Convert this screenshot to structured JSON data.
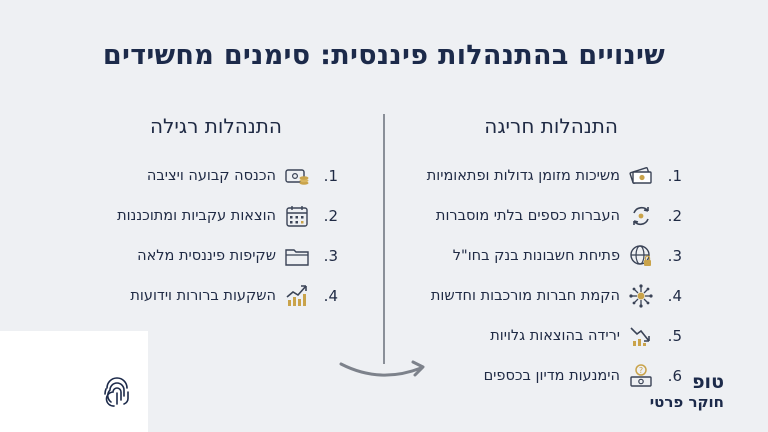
{
  "title": "שינויים בהתנהלות פיננסית: סימנים מחשידים",
  "right_column": {
    "heading": "התנהלות חריגה",
    "items": [
      {
        "num": "1.",
        "label": "משיכות מזומן גדולות ופתאומיות",
        "icon": "cash-icon"
      },
      {
        "num": "2.",
        "label": "העברות כספים בלתי מוסברות",
        "icon": "transfer-icon"
      },
      {
        "num": "3.",
        "label": "פתיחת חשבונות בנק בחו\"ל",
        "icon": "globe-lock-icon"
      },
      {
        "num": "4.",
        "label": "הקמת חברות מורכבות וחדשות",
        "icon": "network-icon"
      },
      {
        "num": "5.",
        "label": "ירידה בהוצאות גלויות",
        "icon": "downtrend-icon"
      },
      {
        "num": "6.",
        "label": "הימנעות מדיון בכספים",
        "icon": "question-money-icon"
      }
    ]
  },
  "left_column": {
    "heading": "התנהלות רגילה",
    "items": [
      {
        "num": "1.",
        "label": "הכנסה קבועה ויציבה",
        "icon": "wallet-coins-icon"
      },
      {
        "num": "2.",
        "label": "הוצאות עקביות ומתוכננות",
        "icon": "calendar-icon"
      },
      {
        "num": "3.",
        "label": "שקיפות פיננסית מלאה",
        "icon": "folder-icon"
      },
      {
        "num": "4.",
        "label": "השקעות ברורות וידועות",
        "icon": "uptrend-icon"
      }
    ]
  },
  "logo": {
    "line1": "טופ",
    "line2": "חוקר פרטי"
  },
  "colors": {
    "background": "#eef0f3",
    "text": "#1c2a4a",
    "icon_gold": "#c9a34a",
    "divider": "#8a8f98"
  }
}
